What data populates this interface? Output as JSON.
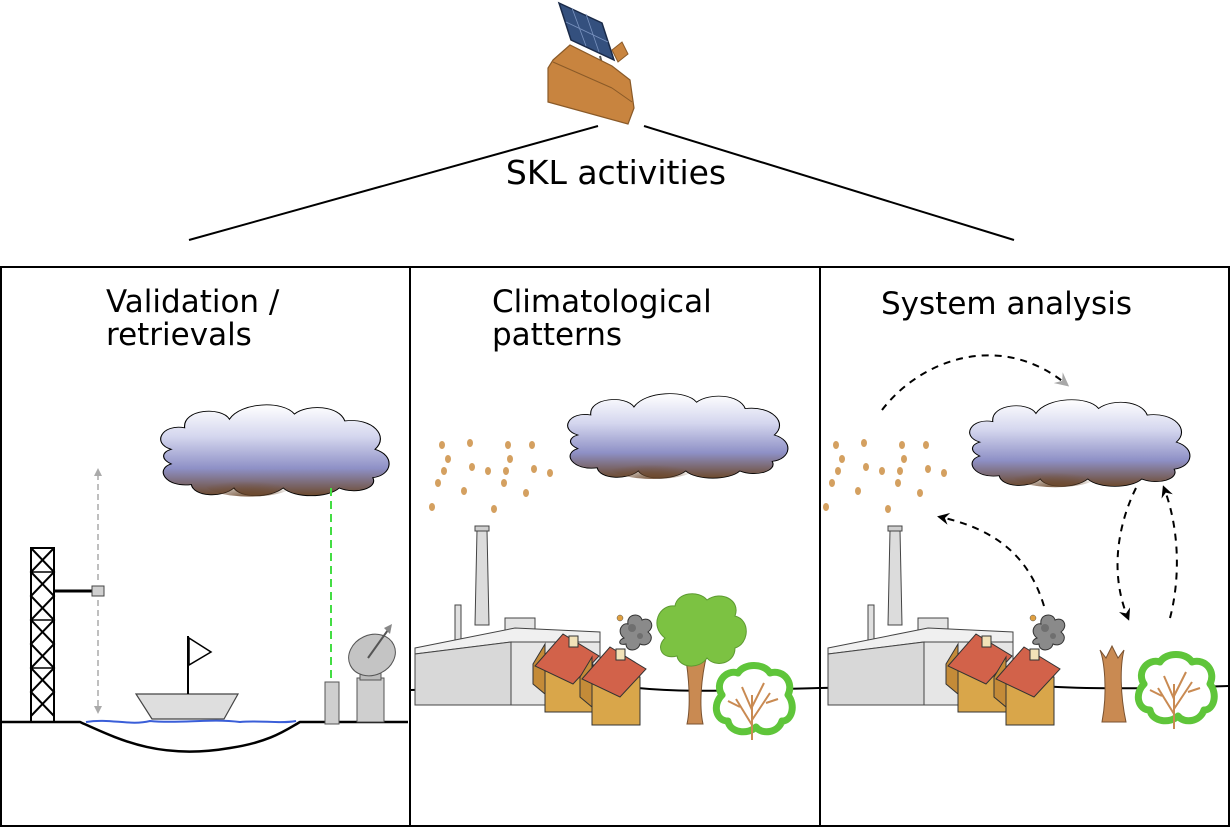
{
  "diagram": {
    "title": "SKL activities",
    "panels": [
      {
        "id": "validation",
        "title_lines": [
          "Validation /",
          "retrievals"
        ]
      },
      {
        "id": "climatological",
        "title_lines": [
          "Climatological",
          "patterns"
        ]
      },
      {
        "id": "system",
        "title_lines": [
          "System analysis"
        ]
      }
    ],
    "icons": [
      "satellite-icon",
      "cloud-icon",
      "measurement-tower-icon",
      "boat-icon",
      "radar-dish-icon",
      "factory-icon",
      "house-icon",
      "tree-icon",
      "bush-icon",
      "aerosol-particles-icon",
      "feedback-arrow-icon"
    ],
    "colors": {
      "satellite_body": "#c8843f",
      "solar_panel": "#34507e",
      "cloud_base": "#6d4a2e",
      "cloud_mid": "#8e90c6",
      "house_wall": "#d9a64a",
      "house_roof": "#d2624a",
      "tree_green": "#7cc242",
      "trunk": "#c98a52",
      "aerosol": "#d4a060",
      "water": "#3a5ed8",
      "lidar_beam": "#44dd44"
    }
  }
}
